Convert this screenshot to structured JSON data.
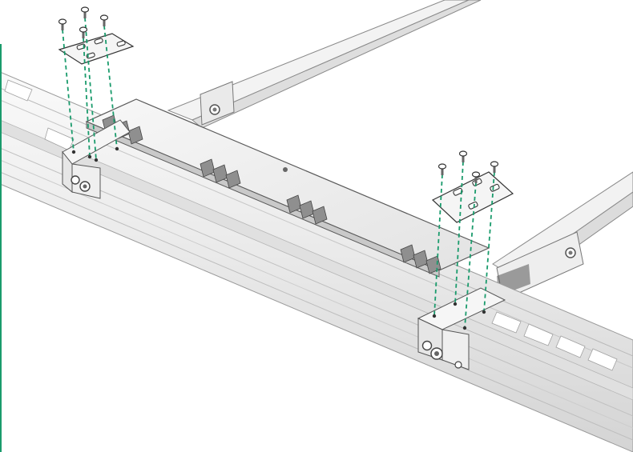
{
  "figure": {
    "kind": "exploded assembly illustration",
    "labels": []
  },
  "colors": {
    "accent": "#1a9b6c",
    "guide_line": "#1a9b6c",
    "rail_fill": "#ececec",
    "rail_light": "#f6f6f6",
    "rail_shade": "#d2d2d2",
    "stroke": "#7a7a7a",
    "stroke_dark": "#333333",
    "bracket_fill": "#f2f2f2",
    "slot_fill": "#9a9a9a"
  },
  "parts": {
    "screw_count": 8,
    "plate_count": 2,
    "hinge_count": 2,
    "crossbar_count": 1
  },
  "icons": [
    "screw-icon",
    "mounting-plate-icon",
    "hinge-bracket-icon",
    "rail-icon"
  ]
}
